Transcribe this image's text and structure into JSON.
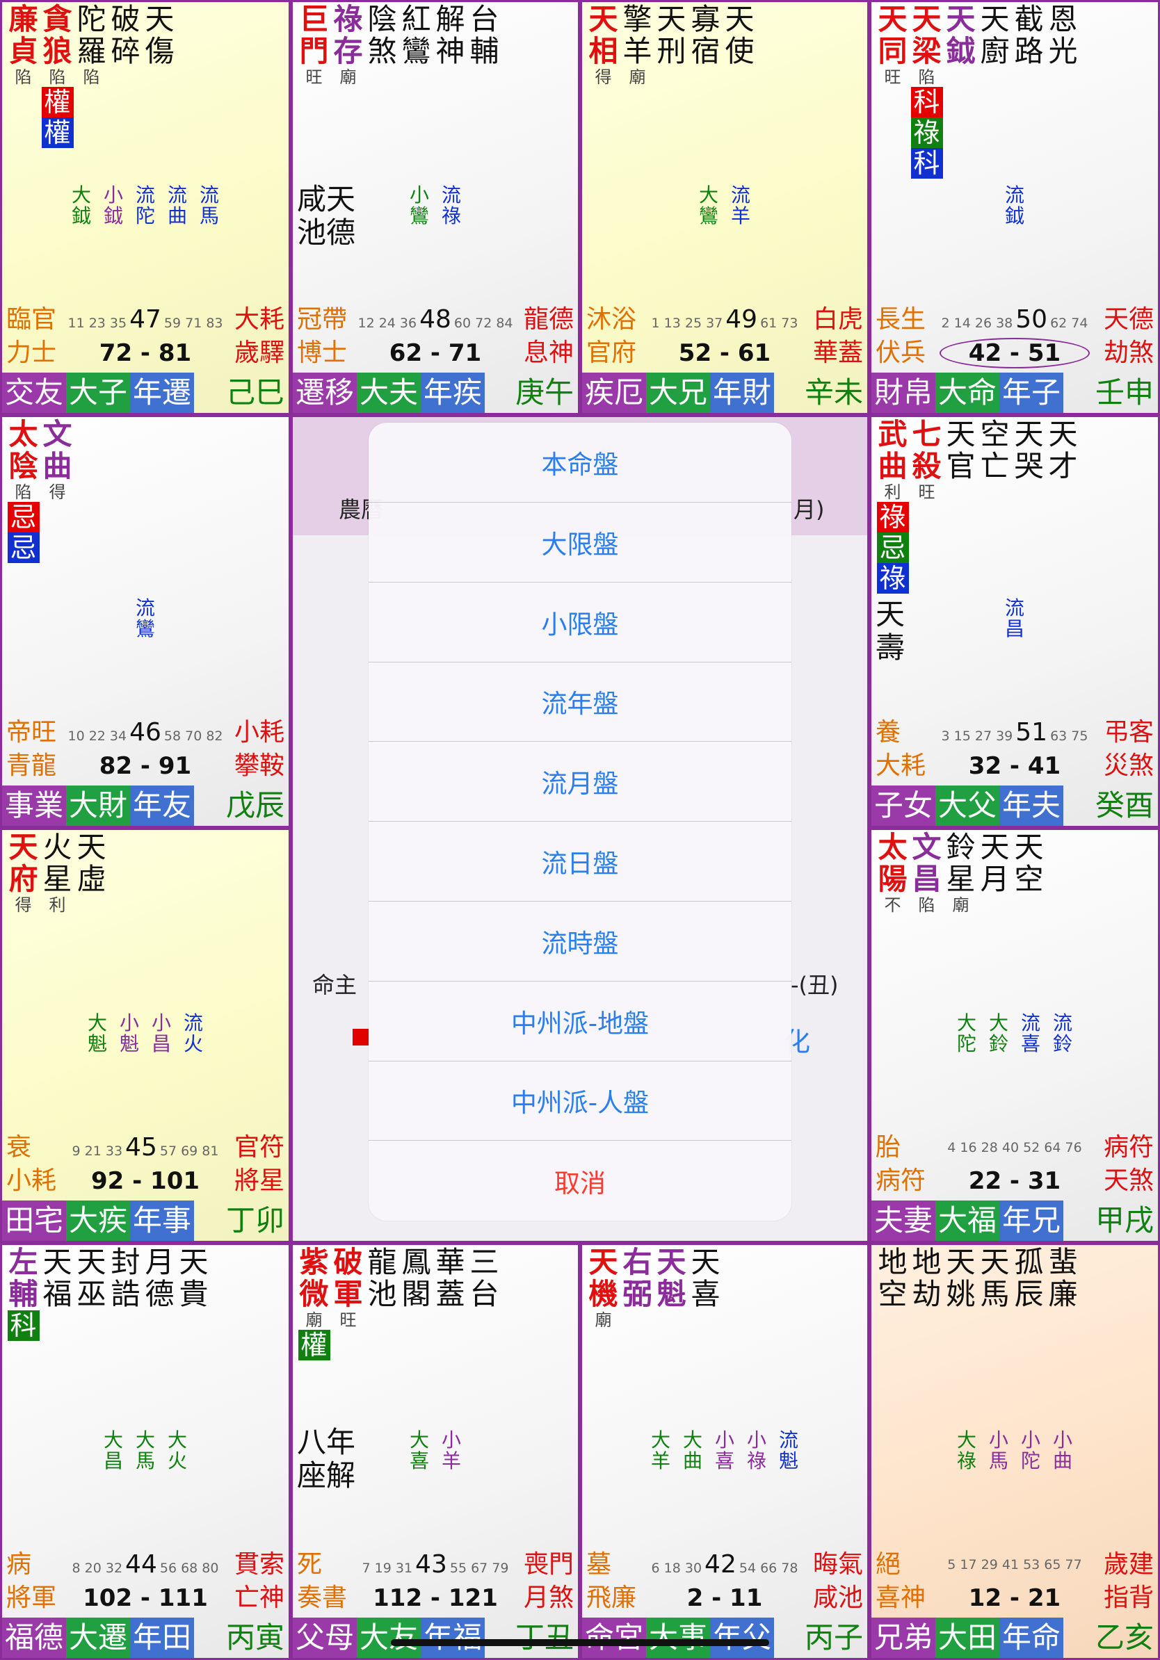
{
  "cells": [
    {
      "stars": [
        {
          "t": "廉貞",
          "c": "main",
          "b": "陷"
        },
        {
          "t": "貪狼",
          "c": "main",
          "b": "陷",
          "hua": [
            [
              "權",
              "red"
            ],
            [
              "權",
              "blue"
            ]
          ]
        },
        {
          "t": "陀羅",
          "c": "minor",
          "b": "陷"
        },
        {
          "t": "破碎",
          "c": "minor"
        },
        {
          "t": "天傷",
          "c": "minor"
        }
      ],
      "extra": "",
      "flow": [
        [
          "大鉞",
          "g"
        ],
        [
          "小鉞",
          "p"
        ],
        [
          "流陀",
          "b"
        ],
        [
          "流曲",
          "b"
        ],
        [
          "流馬",
          "b"
        ]
      ],
      "left1": "臨官",
      "right1": "大耗",
      "ages": "11 23 35",
      "age": "47",
      "ages2": "59 71 83",
      "left2": "力士",
      "range": "72 - 81",
      "right2": "歲驛",
      "tags": [
        "交友",
        "大子",
        "年遷"
      ],
      "gz": "己巳"
    },
    {
      "stars": [
        {
          "t": "巨門",
          "c": "main",
          "b": "旺"
        },
        {
          "t": "祿存",
          "c": "main2",
          "b": "廟"
        },
        {
          "t": "陰煞",
          "c": "minor"
        },
        {
          "t": "紅鸞",
          "c": "minor"
        },
        {
          "t": "解神",
          "c": "minor"
        },
        {
          "t": "台輔",
          "c": "minor"
        }
      ],
      "extra": "咸天\n池德",
      "flow": [
        [
          "小鸞",
          "g"
        ],
        [
          "流祿",
          "b"
        ]
      ],
      "left1": "冠帶",
      "right1": "龍德",
      "ages": "12 24 36",
      "age": "48",
      "ages2": "60 72 84",
      "left2": "博士",
      "range": "62 - 71",
      "right2": "息神",
      "tags": [
        "遷移",
        "大夫",
        "年疾"
      ],
      "gz": "庚午"
    },
    {
      "stars": [
        {
          "t": "天相",
          "c": "main",
          "b": "得"
        },
        {
          "t": "擎羊",
          "c": "minor",
          "b": "廟"
        },
        {
          "t": "天刑",
          "c": "minor"
        },
        {
          "t": "寡宿",
          "c": "minor"
        },
        {
          "t": "天使",
          "c": "minor"
        }
      ],
      "extra": "",
      "flow": [
        [
          "大鸞",
          "g"
        ],
        [
          "流羊",
          "b"
        ]
      ],
      "left1": "沐浴",
      "right1": "白虎",
      "ages": "1 13 25 37",
      "age": "49",
      "ages2": "61 73",
      "left2": "官府",
      "range": "52 - 61",
      "right2": "華蓋",
      "tags": [
        "疾厄",
        "大兄",
        "年財"
      ],
      "gz": "辛未"
    },
    {
      "stars": [
        {
          "t": "天同",
          "c": "main",
          "b": "旺"
        },
        {
          "t": "天梁",
          "c": "main",
          "b": "陷",
          "hua": [
            [
              "科",
              "red"
            ],
            [
              "祿",
              "green"
            ],
            [
              "科",
              "blue"
            ]
          ]
        },
        {
          "t": "天鉞",
          "c": "main2"
        },
        {
          "t": "天廚",
          "c": "minor"
        },
        {
          "t": "截路",
          "c": "minor"
        },
        {
          "t": "恩光",
          "c": "minor"
        }
      ],
      "extra": "",
      "flow": [
        [
          "流鉞",
          "b"
        ]
      ],
      "left1": "長生",
      "right1": "天德",
      "ages": "2 14 26 38",
      "age": "50",
      "ages2": "62 74",
      "left2": "伏兵",
      "range": "42 - 51",
      "oval": true,
      "right2": "劫煞",
      "tags": [
        "財帛",
        "大命",
        "年子"
      ],
      "gz": "壬申"
    },
    {
      "stars": [
        {
          "t": "太陰",
          "c": "main",
          "b": "陷",
          "hua": [
            [
              "忌",
              "red"
            ],
            [
              "忌",
              "blue"
            ]
          ]
        },
        {
          "t": "文曲",
          "c": "main2",
          "b": "得"
        }
      ],
      "extra": "",
      "flow": [
        [
          "流鸞",
          "b"
        ]
      ],
      "left1": "帝旺",
      "right1": "小耗",
      "ages": "10 22 34",
      "age": "46",
      "ages2": "58 70 82",
      "left2": "青龍",
      "range": "82 - 91",
      "right2": "攀鞍",
      "tags": [
        "事業",
        "大財",
        "年友"
      ],
      "gz": "戊辰"
    },
    {
      "stars": [
        {
          "t": "武曲",
          "c": "main",
          "b": "利",
          "hua": [
            [
              "祿",
              "red"
            ],
            [
              "忌",
              "green"
            ],
            [
              "祿",
              "blue"
            ]
          ]
        },
        {
          "t": "七殺",
          "c": "main",
          "b": "旺"
        },
        {
          "t": "天官",
          "c": "minor"
        },
        {
          "t": "空亡",
          "c": "minor"
        },
        {
          "t": "天哭",
          "c": "minor"
        },
        {
          "t": "天才",
          "c": "minor"
        }
      ],
      "extra": "天\n壽",
      "flow": [
        [
          "流昌",
          "b"
        ]
      ],
      "left1": "養",
      "right1": "弔客",
      "ages": "3 15 27 39",
      "age": "51",
      "ages2": "63 75",
      "left2": "大耗",
      "range": "32 - 41",
      "right2": "災煞",
      "tags": [
        "子女",
        "大父",
        "年夫"
      ],
      "gz": "癸酉"
    },
    {
      "stars": [
        {
          "t": "天府",
          "c": "main",
          "b": "得"
        },
        {
          "t": "火星",
          "c": "minor",
          "b": "利"
        },
        {
          "t": "天虛",
          "c": "minor"
        }
      ],
      "extra": "",
      "flow": [
        [
          "大魁",
          "g"
        ],
        [
          "小魁",
          "p"
        ],
        [
          "小昌",
          "p"
        ],
        [
          "流火",
          "b"
        ]
      ],
      "left1": "衰",
      "right1": "官符",
      "ages": "9 21 33",
      "age": "45",
      "ages2": "57 69 81",
      "left2": "小耗",
      "range": "92 - 101",
      "right2": "將星",
      "tags": [
        "田宅",
        "大疾",
        "年事"
      ],
      "gz": "丁卯"
    },
    {
      "stars": [
        {
          "t": "太陽",
          "c": "main",
          "b": "不"
        },
        {
          "t": "文昌",
          "c": "main2",
          "b": "陷"
        },
        {
          "t": "鈴星",
          "c": "minor",
          "b": "廟"
        },
        {
          "t": "天月",
          "c": "minor"
        },
        {
          "t": "天空",
          "c": "minor"
        }
      ],
      "extra": "",
      "flow": [
        [
          "大陀",
          "g"
        ],
        [
          "大鈴",
          "g"
        ],
        [
          "流喜",
          "b"
        ],
        [
          "流鈴",
          "b"
        ]
      ],
      "left1": "胎",
      "right1": "病符",
      "ages": "4 16 28 40 52 64 76",
      "age": "",
      "ages2": "",
      "left2": "病符",
      "range": "22 - 31",
      "right2": "天煞",
      "tags": [
        "夫妻",
        "大福",
        "年兄"
      ],
      "gz": "甲戌"
    },
    {
      "stars": [
        {
          "t": "左輔",
          "c": "main2",
          "hua": [
            [
              "科",
              "green"
            ]
          ]
        },
        {
          "t": "天福",
          "c": "minor"
        },
        {
          "t": "天巫",
          "c": "minor"
        },
        {
          "t": "封誥",
          "c": "minor"
        },
        {
          "t": "月德",
          "c": "minor"
        },
        {
          "t": "天貴",
          "c": "minor"
        }
      ],
      "extra": "",
      "flow": [
        [
          "大昌",
          "g"
        ],
        [
          "大馬",
          "g"
        ],
        [
          "大火",
          "g"
        ]
      ],
      "left1": "病",
      "right1": "貫索",
      "ages": "8 20 32",
      "age": "44",
      "ages2": "56 68 80",
      "left2": "將軍",
      "range": "102 - 111",
      "right2": "亡神",
      "tags": [
        "福德",
        "大遷",
        "年田"
      ],
      "gz": "丙寅"
    },
    {
      "stars": [
        {
          "t": "紫微",
          "c": "main",
          "b": "廟",
          "hua": [
            [
              "權",
              "green"
            ]
          ]
        },
        {
          "t": "破軍",
          "c": "main",
          "b": "旺"
        },
        {
          "t": "龍池",
          "c": "minor"
        },
        {
          "t": "鳳閣",
          "c": "minor"
        },
        {
          "t": "華蓋",
          "c": "minor"
        },
        {
          "t": "三台",
          "c": "minor"
        }
      ],
      "extra": "八年\n座解",
      "flow": [
        [
          "大喜",
          "g"
        ],
        [
          "小羊",
          "p"
        ]
      ],
      "left1": "死",
      "right1": "喪門",
      "ages": "7 19 31",
      "age": "43",
      "ages2": "55 67 79",
      "left2": "奏書",
      "range": "112 - 121",
      "right2": "月煞",
      "tags": [
        "父母",
        "大友",
        "年福"
      ],
      "gz": "丁丑"
    },
    {
      "stars": [
        {
          "t": "天機",
          "c": "main",
          "b": "廟"
        },
        {
          "t": "右弼",
          "c": "main2"
        },
        {
          "t": "天魁",
          "c": "main2"
        },
        {
          "t": "天喜",
          "c": "minor"
        }
      ],
      "extra": "",
      "flow": [
        [
          "大羊",
          "g"
        ],
        [
          "大曲",
          "g"
        ],
        [
          "小喜",
          "p"
        ],
        [
          "小祿",
          "p"
        ],
        [
          "流魁",
          "b"
        ]
      ],
      "left1": "墓",
      "right1": "晦氣",
      "ages": "6 18 30",
      "age": "42",
      "ages2": "54 66 78",
      "left2": "飛廉",
      "range": "2 - 11",
      "right2": "咸池",
      "tags": [
        "命宮",
        "大事",
        "年父"
      ],
      "gz": "丙子"
    },
    {
      "stars": [
        {
          "t": "地空",
          "c": "minor"
        },
        {
          "t": "地劫",
          "c": "minor"
        },
        {
          "t": "天姚",
          "c": "minor"
        },
        {
          "t": "天馬",
          "c": "minor"
        },
        {
          "t": "孤辰",
          "c": "minor"
        },
        {
          "t": "蜚廉",
          "c": "minor"
        }
      ],
      "extra": "",
      "flow": [
        [
          "大祿",
          "g"
        ],
        [
          "小馬",
          "p"
        ],
        [
          "小陀",
          "p"
        ],
        [
          "小曲",
          "p"
        ]
      ],
      "left1": "絕",
      "right1": "歲建",
      "ages": "5 17 29 41 53 65 77",
      "age": "",
      "ages2": "",
      "left2": "喜神",
      "range": "12 - 21",
      "right2": "指背",
      "tags": [
        "兄弟",
        "大田",
        "年命"
      ],
      "gz": "乙亥"
    }
  ],
  "center": {
    "nongli": "農曆",
    "yue": "月)",
    "mingzhu": "命主",
    "chou": "-(丑)",
    "hua": "化"
  },
  "menu": {
    "options": [
      "本命盤",
      "大限盤",
      "小限盤",
      "流年盤",
      "流月盤",
      "流日盤",
      "流時盤",
      "中州派-地盤",
      "中州派-人盤"
    ],
    "cancel": "取消"
  },
  "colors": {
    "border": "#8a2c9a",
    "accent": "#2a7ff0",
    "cancel": "#ff3b30"
  }
}
